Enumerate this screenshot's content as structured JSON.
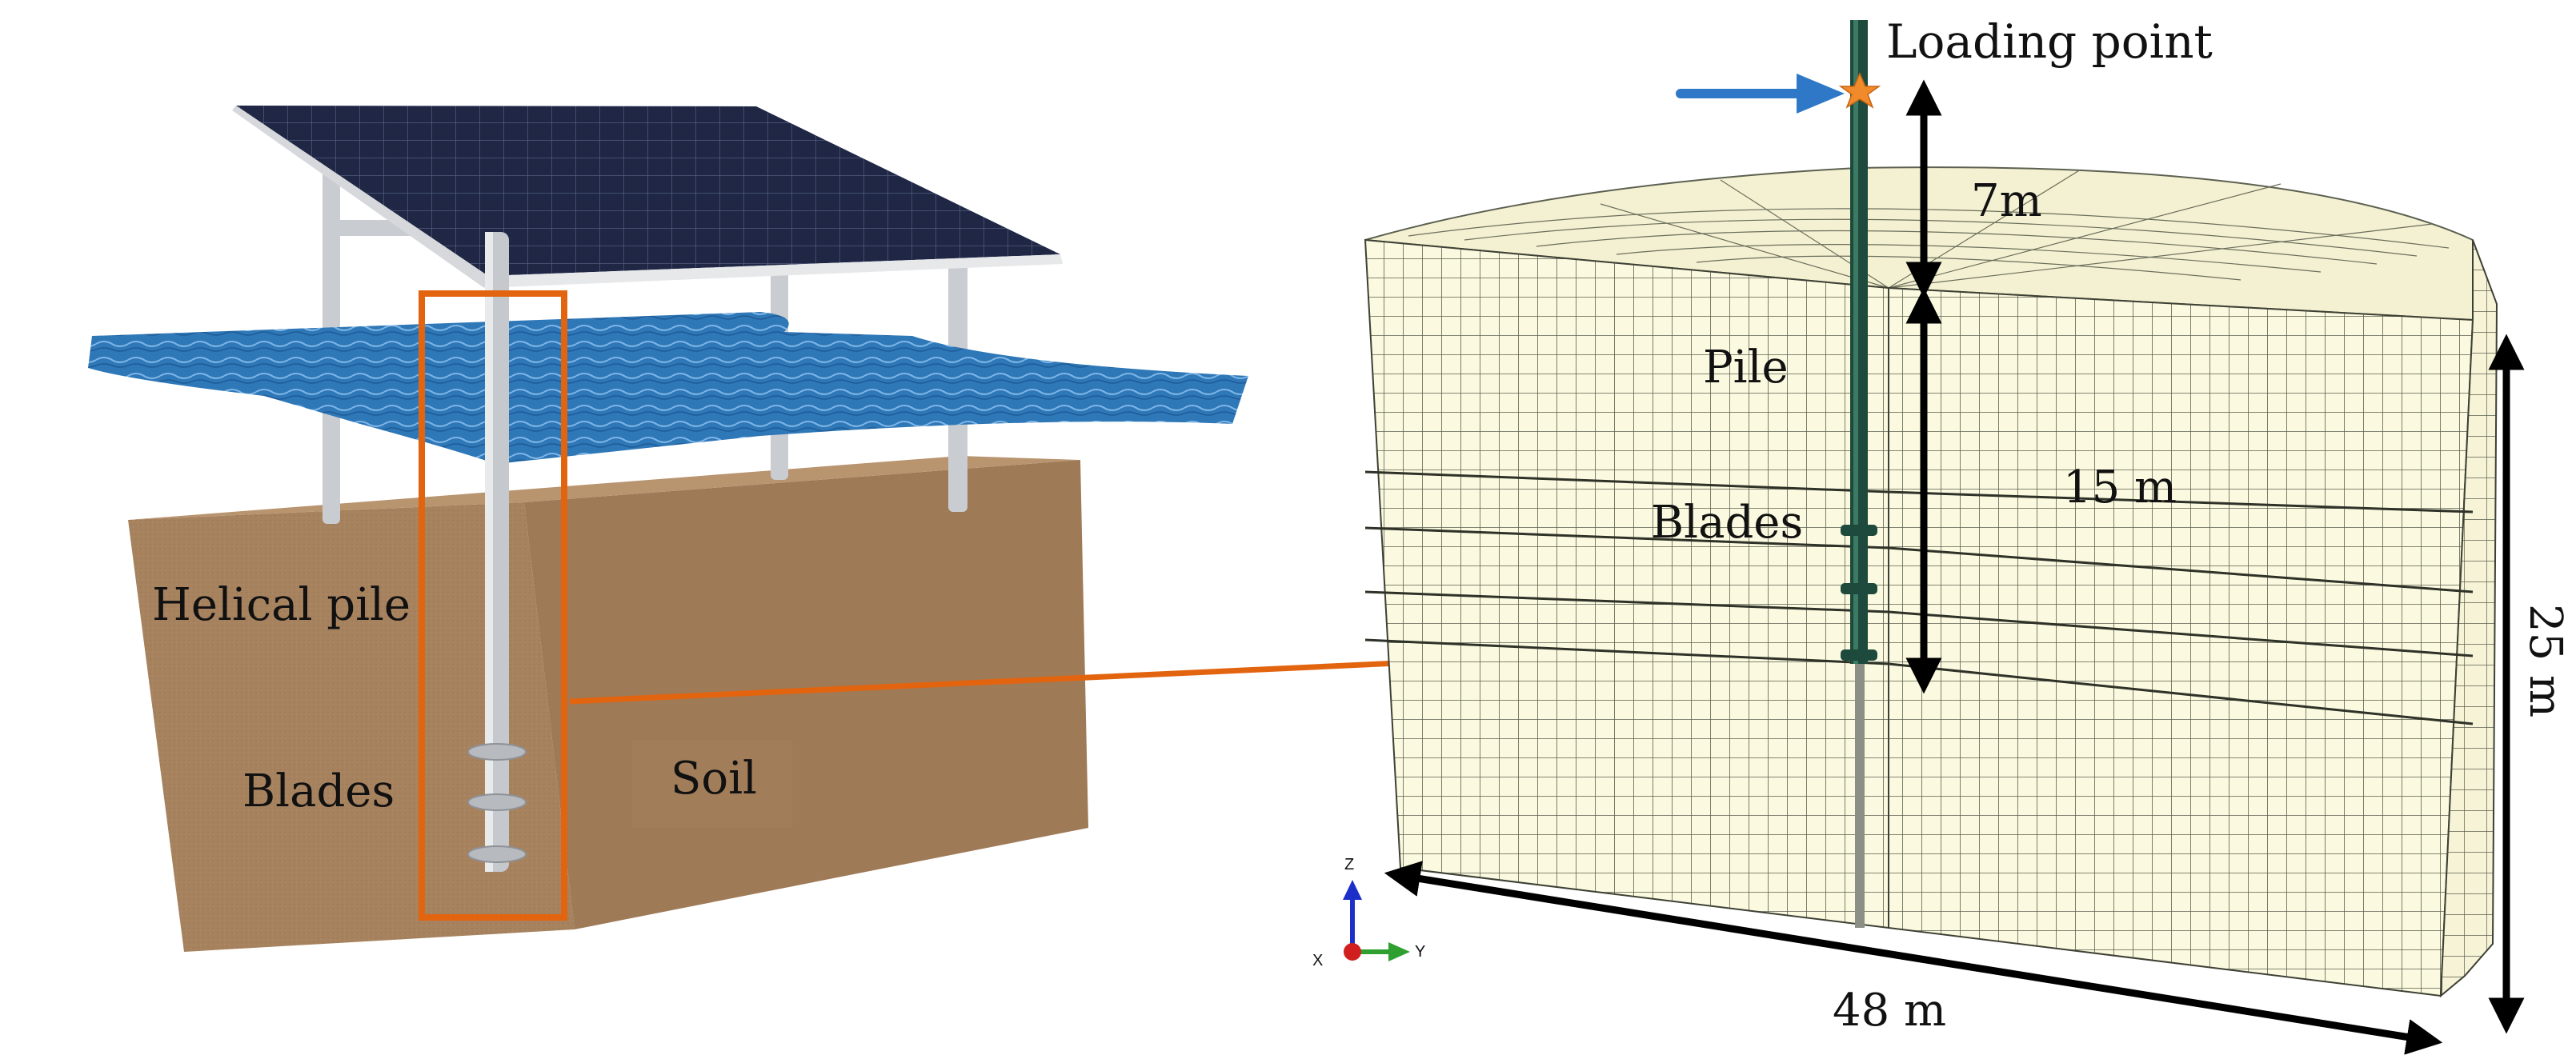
{
  "left_panel": {
    "labels": {
      "helical_pile": "Helical pile",
      "blades": "Blades",
      "soil": "Soil"
    },
    "colors": {
      "soil": "#a7825f",
      "water": "#2f78b8",
      "panel": "#1f2745",
      "highlight": "#e3640f"
    }
  },
  "right_panel": {
    "labels": {
      "loading_point": "Loading point",
      "pile": "Pile",
      "blades": "Blades",
      "dim_above_ground": "7m",
      "dim_embedded": "15 m",
      "dim_depth": "25 m",
      "dim_width": "48 m"
    },
    "axis_triad": {
      "z": "Z",
      "y": "Y",
      "x": "X"
    },
    "colors": {
      "mesh_fill": "#fbf9df",
      "mesh_line": "#565a4c",
      "pile": "#1d4a3c",
      "load_arrow": "#2e78c7",
      "load_star": "#f08a2a"
    }
  }
}
